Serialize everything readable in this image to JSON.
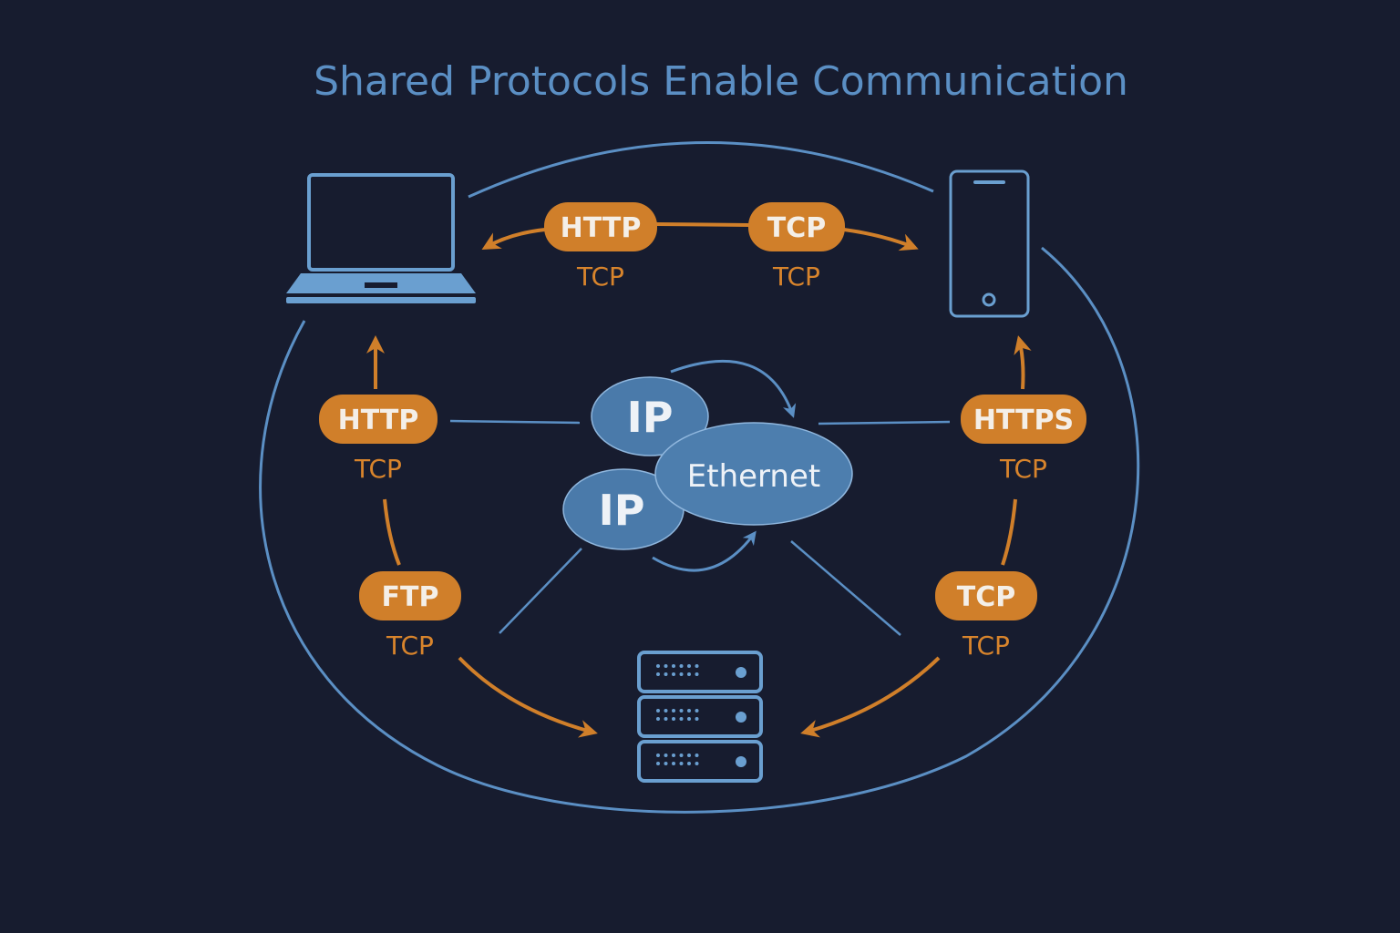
{
  "title": "Shared Protocols Enable Communication",
  "colors": {
    "background": "#171c2f",
    "blue": "#5b8fc4",
    "blue_fill": "#4a7aaa",
    "orange": "#d07f2a",
    "white_text": "#f2f2f2"
  },
  "devices": [
    {
      "id": "laptop",
      "icon": "laptop-icon"
    },
    {
      "id": "phone",
      "icon": "smartphone-icon"
    },
    {
      "id": "server",
      "icon": "server-rack-icon"
    }
  ],
  "network_core": {
    "nodes": [
      {
        "label": "IP"
      },
      {
        "label": "IP"
      },
      {
        "label": "Ethernet"
      }
    ]
  },
  "protocol_badges": [
    {
      "id": "top-left",
      "badge": "HTTP",
      "sublabel": "TCP"
    },
    {
      "id": "top-right",
      "badge": "TCP",
      "sublabel": "TCP"
    },
    {
      "id": "left-upper",
      "badge": "HTTP",
      "sublabel": "TCP"
    },
    {
      "id": "left-lower",
      "badge": "FTP",
      "sublabel": "TCP"
    },
    {
      "id": "right-upper",
      "badge": "HTTPS",
      "sublabel": "TCP"
    },
    {
      "id": "right-lower",
      "badge": "TCP",
      "sublabel": "TCP"
    }
  ]
}
